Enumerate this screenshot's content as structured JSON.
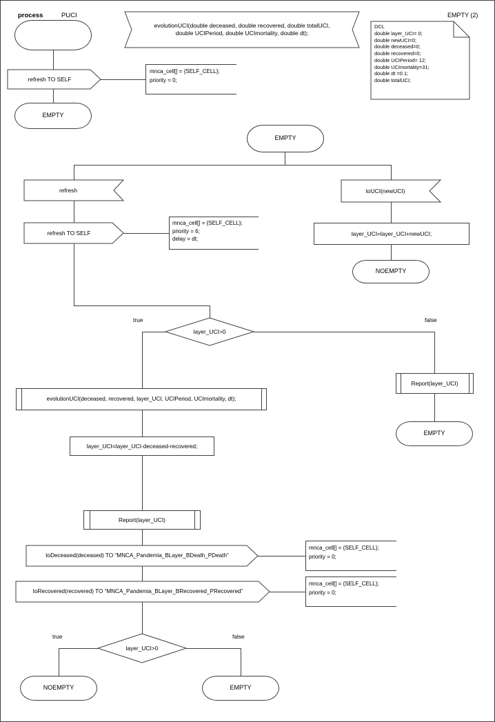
{
  "diagram": {
    "type": "SDL process flow diagram",
    "header": {
      "keyword": "process",
      "name": "PUCI",
      "page_label": "EMPTY (2)"
    },
    "declaration_box": {
      "title": "DCL",
      "lines": [
        "double layer_UCI= 0;",
        "double newUCI=0;",
        "double deceased=0;",
        "double recovered=0;",
        "double UCIPeriod= 12;",
        "double UCImortality=31;",
        "double dt =0.1;",
        "double totalUCI;"
      ]
    },
    "procedure_decl": {
      "line1": "evolutionUCI(double deceased, double recovered, double totalUCI,",
      "line2": "double UCIPeriod, double UCImortality, double dt);"
    },
    "nodes": {
      "start_state": "",
      "output_refresh_self_top": "refresh TO SELF",
      "state_empty_top": "EMPTY",
      "state_empty_main": "EMPTY",
      "input_refresh": "refresh",
      "output_refresh_self_main": "refresh TO SELF",
      "input_touci": "toUCI(newUCI)",
      "task_layer_add": "layer_UCI=layer_UCI+newUCI;",
      "state_noempty_right": "NOEMPTY",
      "decision_top": "layer_UCI>0",
      "decision_bottom": "layer_UCI>0",
      "call_evolutionuci": "evolutionUCI(deceased, recovered, layer_UCI, UCIPeriod, UCImortality, dt);",
      "task_layer_sub": "layer_UCI=layer_UCI-deceased-recovered;",
      "call_report_right": "Report(layer_UCI)",
      "call_report_main": "Report(layer_UCI)",
      "state_empty_right": "EMPTY",
      "output_todeceased": "toDeceased(deceased) TO “MNCA_Pandemia_BLayer_BDeath_PDeath”",
      "output_torecovered": "toRecovered(recovered) TO “MNCA_Pandemia_BLayer_BRecovered_PRecovered”",
      "state_noempty_bottom": "NOEMPTY",
      "state_empty_bottom": "EMPTY"
    },
    "branch_labels": {
      "true": "true",
      "false": "false"
    },
    "comments": {
      "comment_top": "mnca_cell[] = {SELF_CELL};\npriority = 0;",
      "comment_main_refresh": "mnca_cell[] = {SELF_CELL};\npriority = 6;\ndelay = dt;",
      "comment_deceased": "mnca_cell[] = {SELF_CELL};\npriority = 0;",
      "comment_recovered": "mnca_cell[] = {SELF_CELL};\npriority = 0;"
    },
    "colors": {
      "stroke": "#3f3f3f",
      "fill": "#ffffff",
      "text": "#000000",
      "border": "#3f3f3f"
    }
  }
}
